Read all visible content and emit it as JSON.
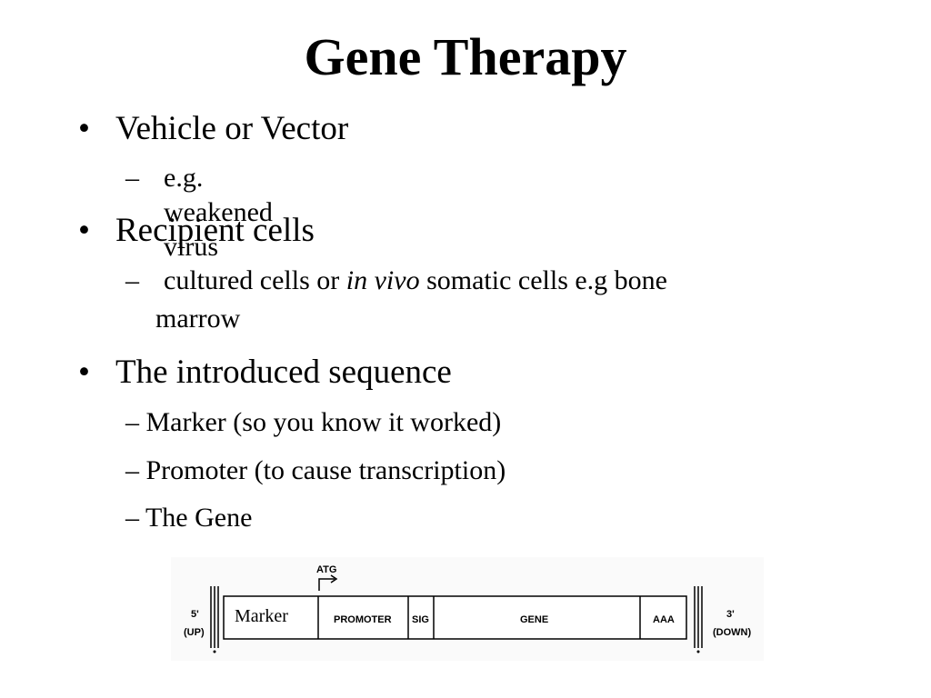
{
  "slide": {
    "title": "Gene Therapy",
    "bullets": [
      {
        "text": "Vehicle or Vector",
        "sub": "e.g. weakened virus"
      },
      {
        "text": "Recipient cells",
        "sub_parts": {
          "before": "cultured cells or ",
          "italic": "in vivo",
          "after": " somatic cells e.g bone",
          "line2": "marrow"
        }
      },
      {
        "text": "The introduced sequence",
        "subs": [
          "– Marker (so you know it worked)",
          "– Promoter (to cause transcription)",
          "– The Gene"
        ]
      }
    ],
    "bullet_char": "•",
    "dash_char": "–"
  },
  "diagram": {
    "atg": "ATG",
    "left_end": [
      "5'",
      "(UP)"
    ],
    "right_end": [
      "3'",
      "(DOWN)"
    ],
    "segments": [
      "Marker",
      "PROMOTER",
      "SIG",
      "GENE",
      "AAA"
    ]
  }
}
